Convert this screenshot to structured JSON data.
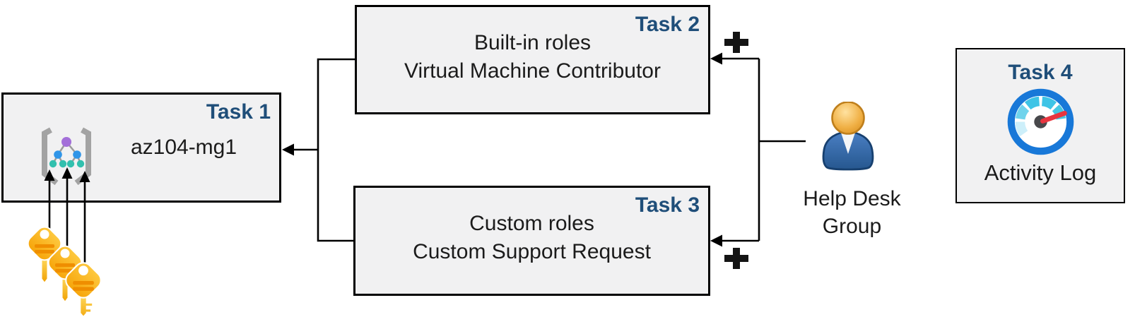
{
  "boxes": {
    "task1": {
      "badge": "Task 1",
      "text": "az104-mg1"
    },
    "task2": {
      "badge": "Task 2",
      "lines": [
        "Built-in roles",
        "Virtual Machine Contributor"
      ]
    },
    "task3": {
      "badge": "Task 3",
      "lines": [
        "Custom roles",
        "Custom Support Request"
      ]
    },
    "task4": {
      "badge": "Task 4",
      "caption": "Activity Log"
    }
  },
  "actor": {
    "line1": "Help Desk",
    "line2": "Group"
  },
  "connectors": {
    "plus_top": "+",
    "plus_bottom": "+",
    "arrow_color": "#000000",
    "targets": [
      "Task 2 to az104-mg1",
      "Task 3 to az104-mg1",
      "Help Desk Group to Task 2",
      "Help Desk Group to Task 3",
      "keys to az104-mg1"
    ]
  },
  "icons": {
    "management_group": "management-group-icon",
    "keys": "key-icon",
    "user": "user-icon",
    "gauge": "gauge-icon",
    "plus": "plus-icon",
    "arrowhead": "arrowhead-icon"
  },
  "colors": {
    "box_fill": "#f1f1f2",
    "box_border": "#000000",
    "badge_text": "#1f4e79",
    "body_text": "#1b1b1b",
    "key_gold": "#fdb813",
    "key_stripe": "#ef8e00",
    "user_body_blue": "#2e5e9e",
    "user_head_gold": "#eca93c",
    "gauge_ring_blue": "#1878d8",
    "gauge_arc_cyan": "#3ec4e6",
    "gauge_needle_red": "#e8353f",
    "gauge_hub_gray": "#48484b",
    "mg_purple": "#a36fd9",
    "mg_blue": "#3095e8",
    "mg_teal": "#32c0ae",
    "mg_bracket_gray": "#a3a3a3"
  }
}
